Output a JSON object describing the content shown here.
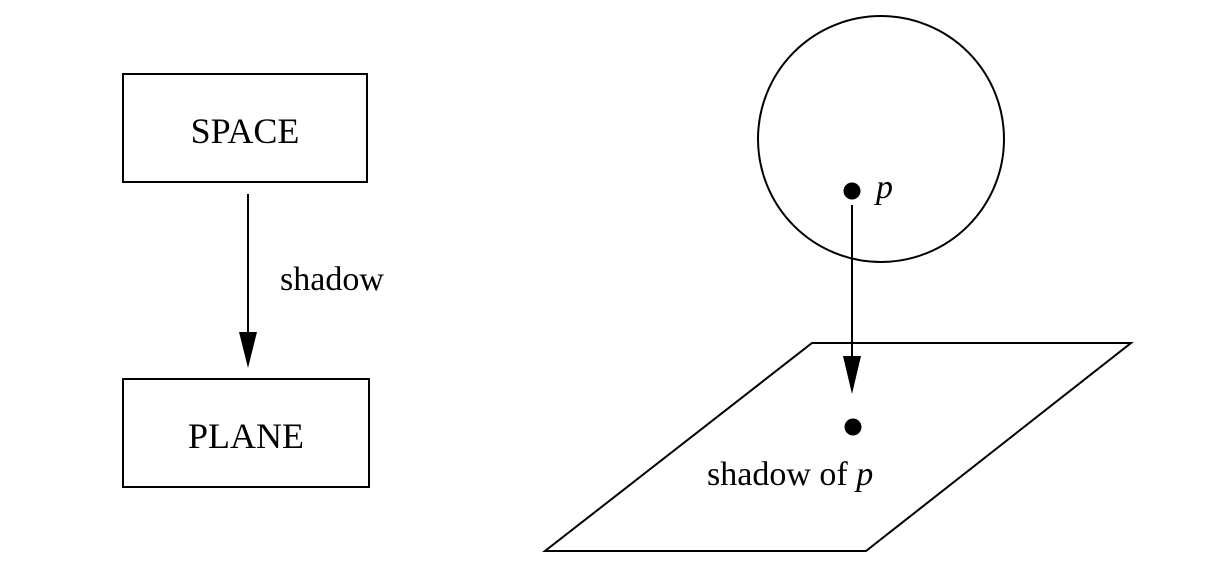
{
  "left_diagram": {
    "top_box": "SPACE",
    "bottom_box": "PLANE",
    "arrow_label": "shadow"
  },
  "right_diagram": {
    "point_label": "p",
    "shadow_label_prefix": "shadow of ",
    "shadow_label_var": "p"
  }
}
